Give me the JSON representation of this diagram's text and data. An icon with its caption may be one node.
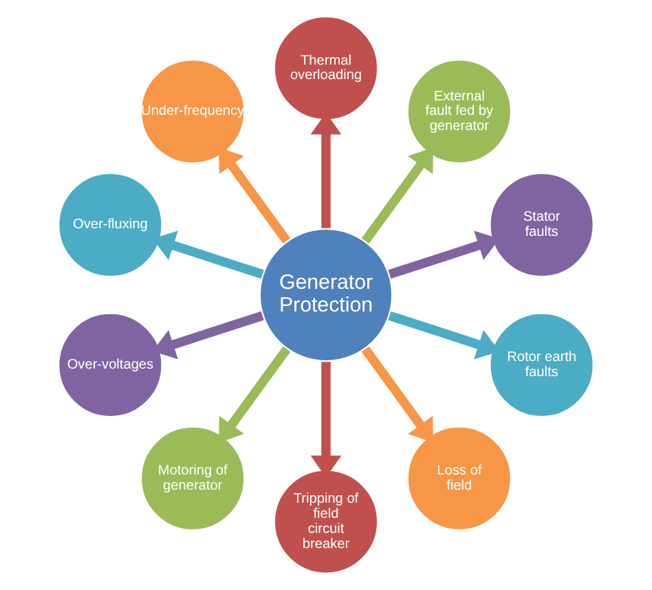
{
  "diagram": {
    "nodes": [
      {
        "text": [
          "Thermal overloading"
        ]
      },
      {
        "text": [
          "Under-frequency"
        ]
      },
      {
        "text": [
          "External fault fed by generator"
        ]
      },
      {
        "text": [
          "Over-fluxing"
        ]
      },
      {
        "text": [
          "Generator Protection"
        ]
      },
      {
        "text": [
          "Stator faults"
        ]
      },
      {
        "text": [
          "Over-voltages"
        ]
      },
      {
        "text": [
          "Rotor earth faults"
        ]
      },
      {
        "text": [
          "Motoring of generator"
        ]
      },
      {
        "text": [
          "Loss of field"
        ]
      },
      {
        "text": [
          "Tripping of field circuit breaker"
        ]
      }
    ],
    "edges": [
      {
        "from": 4,
        "to": 0,
        "arrow": "to",
        "color": "#c0504d"
      },
      {
        "from": 4,
        "to": 2,
        "arrow": "to",
        "color": "#9bbb59"
      },
      {
        "from": 4,
        "to": 5,
        "arrow": "to",
        "color": "#8064a2"
      },
      {
        "from": 4,
        "to": 7,
        "arrow": "to",
        "color": "#4bacc6"
      },
      {
        "from": 4,
        "to": 9,
        "arrow": "to",
        "color": "#f79646"
      },
      {
        "from": 4,
        "to": 10,
        "arrow": "to",
        "color": "#c0504d"
      },
      {
        "from": 4,
        "to": 8,
        "arrow": "to",
        "color": "#9bbb59"
      },
      {
        "from": 4,
        "to": 6,
        "arrow": "to",
        "color": "#8064a2"
      },
      {
        "from": 4,
        "to": 3,
        "arrow": "to",
        "color": "#4bacc6"
      },
      {
        "from": 4,
        "to": 1,
        "arrow": "to",
        "color": "#f79646"
      }
    ]
  }
}
